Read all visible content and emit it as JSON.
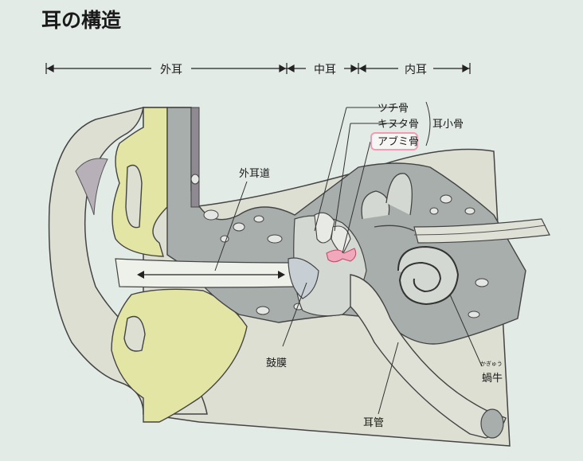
{
  "title": "耳の構造",
  "sections": {
    "outer": "外耳",
    "middle": "中耳",
    "inner": "内耳"
  },
  "labels": {
    "hammer": "ツチ骨",
    "anvil": "キヌタ骨",
    "stirrup": "アブミ骨",
    "ossicles": "耳小骨",
    "ear_canal": "外耳道",
    "eardrum": "鼓膜",
    "eustachian_tube": "耳管",
    "cochlea": "蝸牛",
    "cochlea_ruby": "かぎゅう"
  },
  "colors": {
    "background": "#e3ebe7",
    "skin": "#dcdfd2",
    "cartilage": "#e2e5a4",
    "bone": "#a8aeac",
    "highlight": "#f2a8bc"
  }
}
